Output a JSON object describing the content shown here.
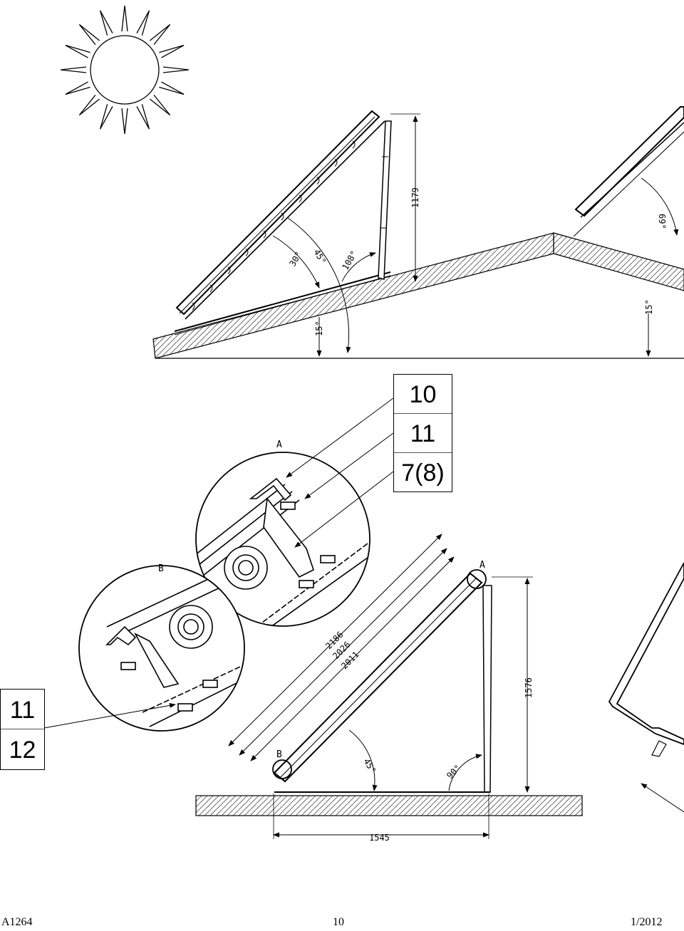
{
  "footer": {
    "doc_code": "A1264",
    "page_number": "10",
    "date": "1/2012"
  },
  "table_a": {
    "items": [
      "10",
      "11",
      "7(8)"
    ]
  },
  "table_b": {
    "items": [
      "11",
      "12"
    ]
  },
  "detail_labels": {
    "a": "A",
    "b": "B"
  },
  "roof_mount": {
    "height_dim": "1179",
    "angle_30": "30°",
    "angle_45": "45°",
    "angle_108": "108°",
    "roof_angle": "15°",
    "right_angle_69": "69°",
    "right_roof_angle": "15°"
  },
  "flat_mount": {
    "length_2186": "2186",
    "length_2026": "2026",
    "length_2011": "2011",
    "height_dim": "1576",
    "base_dim": "1545",
    "angle_45": "45°",
    "angle_90": "90°",
    "point_a": "A",
    "point_b": "B"
  }
}
